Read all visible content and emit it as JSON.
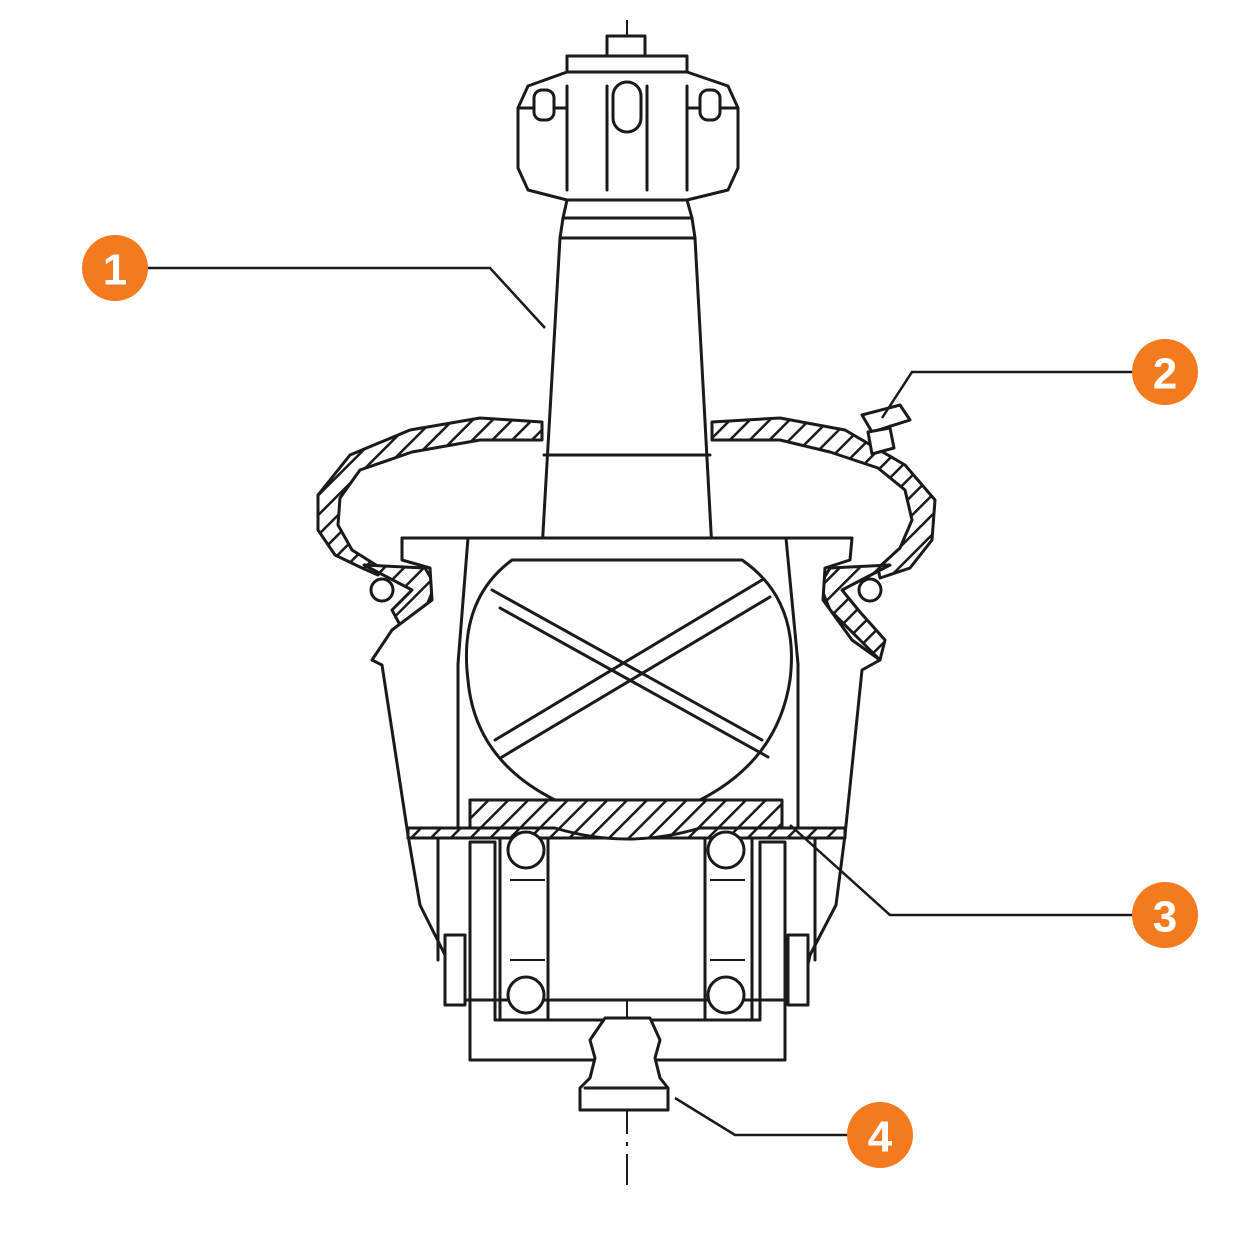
{
  "callouts": [
    {
      "id": "1",
      "label": "1"
    },
    {
      "id": "2",
      "label": "2"
    },
    {
      "id": "3",
      "label": "3"
    },
    {
      "id": "4",
      "label": "4"
    }
  ],
  "colors": {
    "callout_fill": "#f47a20",
    "callout_text": "#ffffff",
    "line": "#1a1a1a",
    "background": "#ffffff"
  }
}
